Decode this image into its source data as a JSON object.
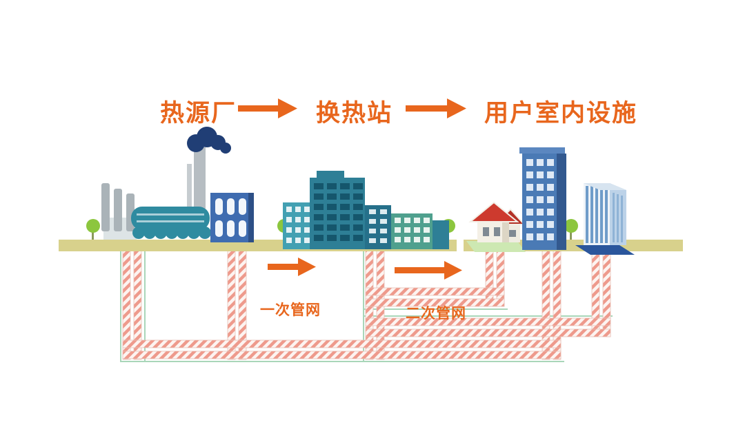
{
  "header": {
    "step1": "热源厂",
    "step2": "换热站",
    "step3": "用户室内设施"
  },
  "pipe_labels": {
    "primary": "一次管网",
    "secondary": "二次管网"
  },
  "colors": {
    "accent_orange": "#e8661d",
    "ground_tan": "#d8d18c",
    "building_teal": "#2e7f96",
    "building_blue": "#4a7ab5",
    "pipe_stripe_red": "#ee9a8c",
    "pipe_guide_green": "#a9d6b9",
    "tree_green": "#8cc63e",
    "house_roof_red": "#cd3a2e",
    "smoke_navy": "#203e75"
  }
}
